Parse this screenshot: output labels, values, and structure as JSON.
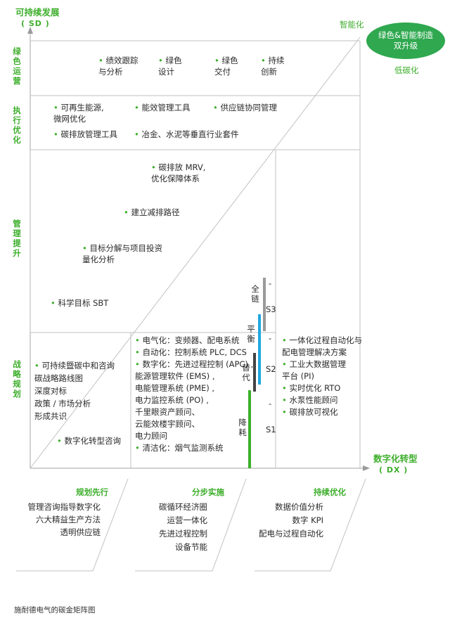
{
  "y_axis": {
    "title": "可持续发展",
    "abbr": "( SD )"
  },
  "x_axis": {
    "title": "数字化转型",
    "abbr": "( DX )"
  },
  "corner": {
    "top_label": "智能化",
    "badge": "绿色&智能制造\n双升级",
    "bottom_label": "低碳化"
  },
  "rows": {
    "green_ops": "绿色运营",
    "execution": "执行优化",
    "management": "管理提升",
    "strategy": "战略规划"
  },
  "green_ops_items": [
    "绩效跟踪\n与分析",
    "绿色\n设计",
    "绿色\n交付",
    "持续\n创新"
  ],
  "execution_items": [
    "可再生能源,\n微网优化",
    "能效管理工具",
    "供应链协同管理",
    "碳排放管理工具",
    "冶金、水泥等垂直行业套件"
  ],
  "management_items": [
    "碳排放 MRV,\n优化保障体系",
    "建立减排路径",
    "目标分解与项目投资\n量化分析",
    "科学目标 SBT"
  ],
  "strategy_left_items": [
    "可持续暨碳中和咨询\n碳战略路线图\n深度对标\n政策 / 市场分析\n形成共识",
    "数字化转型咨询"
  ],
  "strategy_mid_items": [
    "电气化：变频器、配电系统",
    "自动化：控制系统 PLC, DCS",
    "数字化：先进过程控制 (APC) ,\n能源管理软件 (EMS) ,\n电能管理系统 (PME) ,\n电力监控系统 (PO) ,\n千里眼资产顾问、\n云能效楼宇顾问、\n电力顾问",
    "清洁化：烟气监测系统"
  ],
  "strategy_right_items": [
    "一体化过程自动化与\n配电管理解决方案",
    "工业大数据管理\n平台 (PI)",
    "实时优化 RTO",
    "水泵性能顾问",
    "碳排放可视化"
  ],
  "stages": {
    "s3_label": "全\n链",
    "s3": "S3",
    "s2_label": "平\n衡",
    "s2": "S2",
    "s1a_label": "替\n代",
    "s1b_label": "降\n耗",
    "s1": "S1",
    "dash": "-"
  },
  "bottom_panels": [
    {
      "title": "规划先行",
      "items": [
        "管理咨询指导数字化",
        "六大精益生产方法",
        "透明供应链"
      ]
    },
    {
      "title": "分步实施",
      "items": [
        "碳循环经济圈",
        "运营一体化",
        "先进过程控制",
        "设备节能"
      ]
    },
    {
      "title": "持续优化",
      "items": [
        "数据价值分析",
        "数字 KPI",
        "配电与过程自动化"
      ]
    }
  ],
  "caption": "施耐德电气的碳金矩阵图",
  "colors": {
    "green": "#3dae2b",
    "line": "#b8b8b8",
    "blue": "#1ea7e1",
    "gray_bar": "#9a9a9a",
    "dark_bar": "#444444"
  }
}
